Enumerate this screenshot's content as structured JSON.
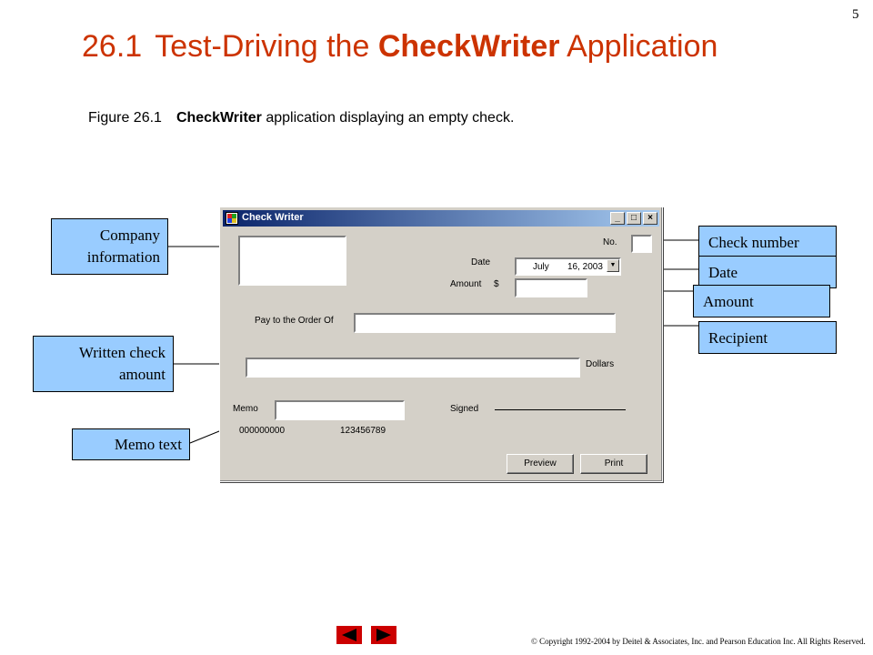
{
  "slide": {
    "number": "5",
    "title_num": "26.1",
    "title_pre": "Test-Driving the ",
    "title_bold": "CheckWriter",
    "title_post": " Application",
    "caption_fig": "Figure 26.1",
    "caption_bold": "CheckWriter",
    "caption_rest": " application displaying an empty check.",
    "copyright": "© Copyright 1992-2004 by Deitel & Associates, Inc. and Pearson Education Inc. All Rights Reserved."
  },
  "callouts": {
    "company_line1": "Company",
    "company_line2": "information",
    "written_line1": "Written check",
    "written_line2": "amount",
    "memo": "Memo text",
    "check_number": "Check number",
    "date": "Date",
    "amount": "Amount",
    "recipient": "Recipient"
  },
  "window": {
    "title": "Check Writer",
    "minimize": "_",
    "maximize": "□",
    "close": "×",
    "no_label": "No.",
    "date_label": "Date",
    "date_month": "July",
    "date_day_year": "16, 2003",
    "amount_label": "Amount",
    "dollar_sign": "$",
    "pay_to_label": "Pay to the Order Of",
    "dollars_label": "Dollars",
    "memo_label": "Memo",
    "signed_label": "Signed",
    "routing_number": "000000000",
    "account_number": "123456789",
    "preview_button": "Preview",
    "print_button": "Print"
  },
  "colors": {
    "title": "#cc3300",
    "callout_fill": "#99ccff",
    "nav_button": "#cc0000"
  },
  "icons": {
    "prev": "left-arrow-icon",
    "next": "right-arrow-icon",
    "app": "app-icon"
  }
}
